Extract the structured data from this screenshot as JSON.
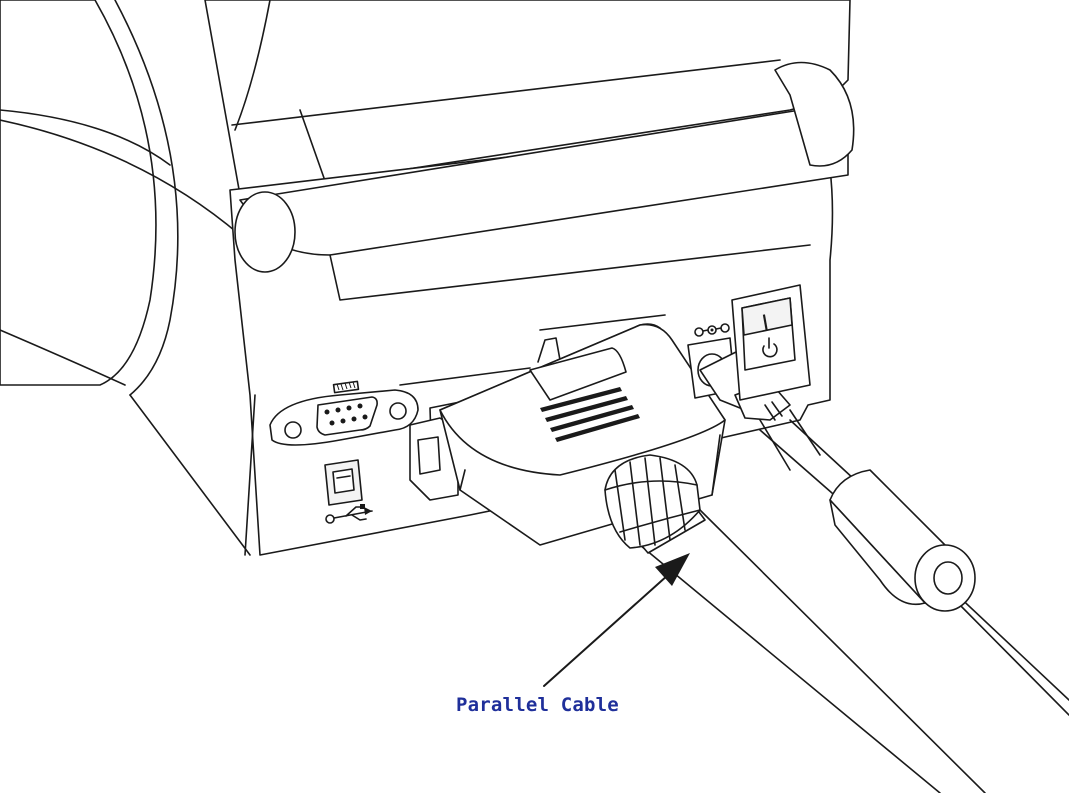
{
  "figure": {
    "callout_label": "Parallel Cable",
    "callout_color": "#1f2f9a",
    "power_on_symbol": "I"
  },
  "icons": [
    "printer-body",
    "serial-port-icon",
    "usb-port-icon",
    "usb-symbol-icon",
    "power-jack-icon",
    "power-switch-icon",
    "parallel-connector-icon",
    "power-cord-icon",
    "ferrite-core-icon",
    "callout-arrow-icon"
  ]
}
